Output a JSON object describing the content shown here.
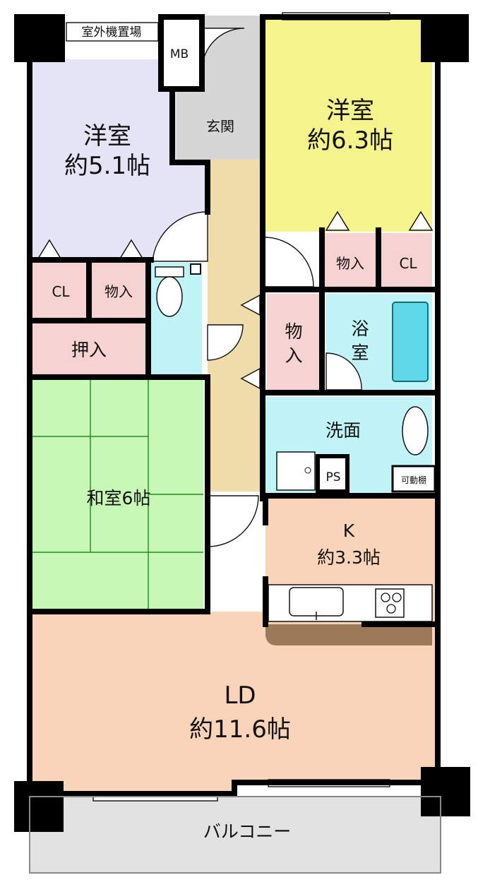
{
  "rooms": {
    "outdoor_unit": {
      "label": "室外機置場"
    },
    "mb": {
      "label": "MB"
    },
    "entrance": {
      "label": "玄関"
    },
    "western_a": {
      "label": "洋室",
      "size": "約5.1帖"
    },
    "western_b": {
      "label": "洋室",
      "size": "約6.3帖"
    },
    "cl_a": {
      "label": "CL"
    },
    "storage_a": {
      "label": "物入"
    },
    "storage_b": {
      "label": "物入"
    },
    "cl_b": {
      "label": "CL"
    },
    "oshiire": {
      "label": "押入"
    },
    "storage_c": {
      "label1": "物",
      "label2": "入"
    },
    "bath": {
      "label1": "浴",
      "label2": "室"
    },
    "washroom": {
      "label": "洗面"
    },
    "ps": {
      "label": "PS"
    },
    "movable_shelf": {
      "label": "可動棚"
    },
    "japanese": {
      "label": "和室6帖"
    },
    "kitchen": {
      "label": "K",
      "size": "約3.3帖"
    },
    "ld": {
      "label": "LD",
      "size": "約11.6帖"
    },
    "balcony": {
      "label": "バルコニー"
    }
  },
  "colors": {
    "western_a": "#e4e4f6",
    "western_b": "#f5f38c",
    "pink": "#f6d2d2",
    "entrance": "#d6d6d6",
    "hall": "#f0dca8",
    "water": "#c0f4f6",
    "tatami": "#c8f8b6",
    "ld": "#f9d4b8",
    "counter": "#9a7a58",
    "balcony": "#e2e2e2",
    "wall": "#000000"
  }
}
